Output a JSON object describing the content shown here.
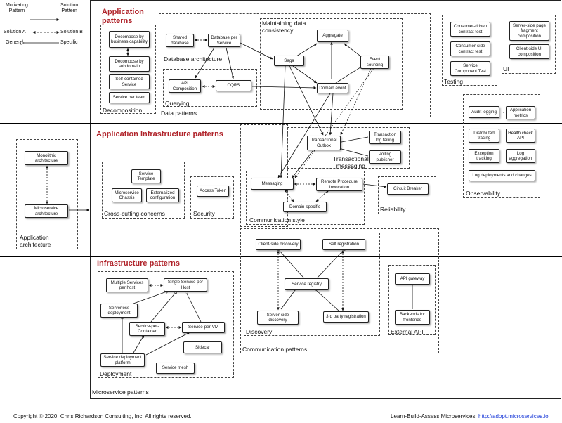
{
  "legend": {
    "motivating": "Motivating\nPattern",
    "solution": "Solution\nPattern",
    "solution_a": "Solution A",
    "solution_b": "Solution B",
    "general": "General",
    "specific": "Specific"
  },
  "sections": {
    "application_patterns": "Application\npatterns",
    "app_infra_patterns": "Application Infrastructure patterns",
    "infra_patterns": "Infrastructure patterns"
  },
  "groups": {
    "decomposition": "Decomposition",
    "data_patterns": "Data patterns",
    "database_architecture": "Database architecture",
    "querying": "Querying",
    "maintaining_consistency": "Maintaining data\nconsistency",
    "testing": "Testing",
    "ui": "UI",
    "observability": "Observability",
    "transactional_messaging": "Transactional\nmessaging",
    "cross_cutting": "Cross-cutting concerns",
    "security": "Security",
    "communication_style": "Communication style",
    "reliability": "Reliability",
    "application_architecture": "Application\narchitecture",
    "discovery": "Discovery",
    "external_api": "External API",
    "communication_patterns": "Communication patterns",
    "deployment": "Deployment",
    "microservice_patterns": "Microservice patterns"
  },
  "boxes": {
    "decompose_business": "Decompose by\nbusiness capability",
    "decompose_subdomain": "Decompose by\nsubdomain",
    "self_contained": "Self-contained\nService",
    "service_per_team": "Service per team",
    "shared_database": "Shared\ndatabase",
    "database_per_service": "Database per\nService",
    "aggregate": "Aggregate",
    "saga": "Saga",
    "event_sourcing": "Event\nsourcing",
    "domain_event": "Domain event",
    "api_composition": "API\nComposition",
    "cqrs": "CQRS",
    "consumer_driven": "Consumer-driven\ncontract test",
    "consumer_side": "Consumer-side\ncontract test",
    "service_component_test": "Service\nComponent Test",
    "server_side_page": "Server-side page\nfragment\ncomposition",
    "client_side_ui": "Client-side  UI\ncomposition",
    "audit_logging": "Audit logging",
    "application_metrics": "Application\nmetrics",
    "distributed_tracing": "Distributed\ntracing",
    "health_check": "Health check\nAPI",
    "exception_tracking": "Exception\ntracking",
    "log_aggregation": "Log\naggregation",
    "log_deployments": "Log deployments and changes",
    "transactional_outbox": "Transactional\nOutbox",
    "transaction_log_tailing": "Transaction\nlog tailing",
    "polling_publisher": "Polling\npublisher",
    "service_template": "Service\nTemplate",
    "microservice_chassis": "Microservice\nChassis",
    "externalized_config": "Externalized\nconfiguration",
    "access_token": "Access Token",
    "messaging": "Messaging",
    "rpi": "Remote Procedure\nInvocation",
    "domain_specific": "Domain-specific",
    "circuit_breaker": "Circuit Breaker",
    "monolithic": "Monolithic\narchitecture",
    "microservice_arch": "Microservice\narchitecture",
    "client_side_discovery": "Client-side discovery",
    "self_registration": "Self registration",
    "service_registry": "Service registry",
    "server_side_discovery": "Server-side\ndiscovery",
    "third_party_registration": "3rd party registration",
    "api_gateway": "API gateway",
    "backends_for_frontends": "Backends for\nfrontends",
    "multiple_services_per_host": "Multiple Services\nper host",
    "single_service_per_host": "Single Service per\nHost",
    "serverless": "Serverless\ndeployment",
    "service_per_container": "Service-per-\nContainer",
    "service_per_vm": "Service-per-VM",
    "sidecar": "Sidecar",
    "service_deployment_platform": "Service deployment\nplatform",
    "service_mesh": "Service mesh"
  },
  "footer": {
    "copyright": "Copyright  ©  2020. Chris Richardson Consulting, Inc. All rights reserved.",
    "learn": "Learn-Build-Assess Microservices",
    "url": "http://adopt.microservices.io"
  },
  "colors": {
    "section_title": "#b0232a",
    "link": "#1a3ad8"
  }
}
